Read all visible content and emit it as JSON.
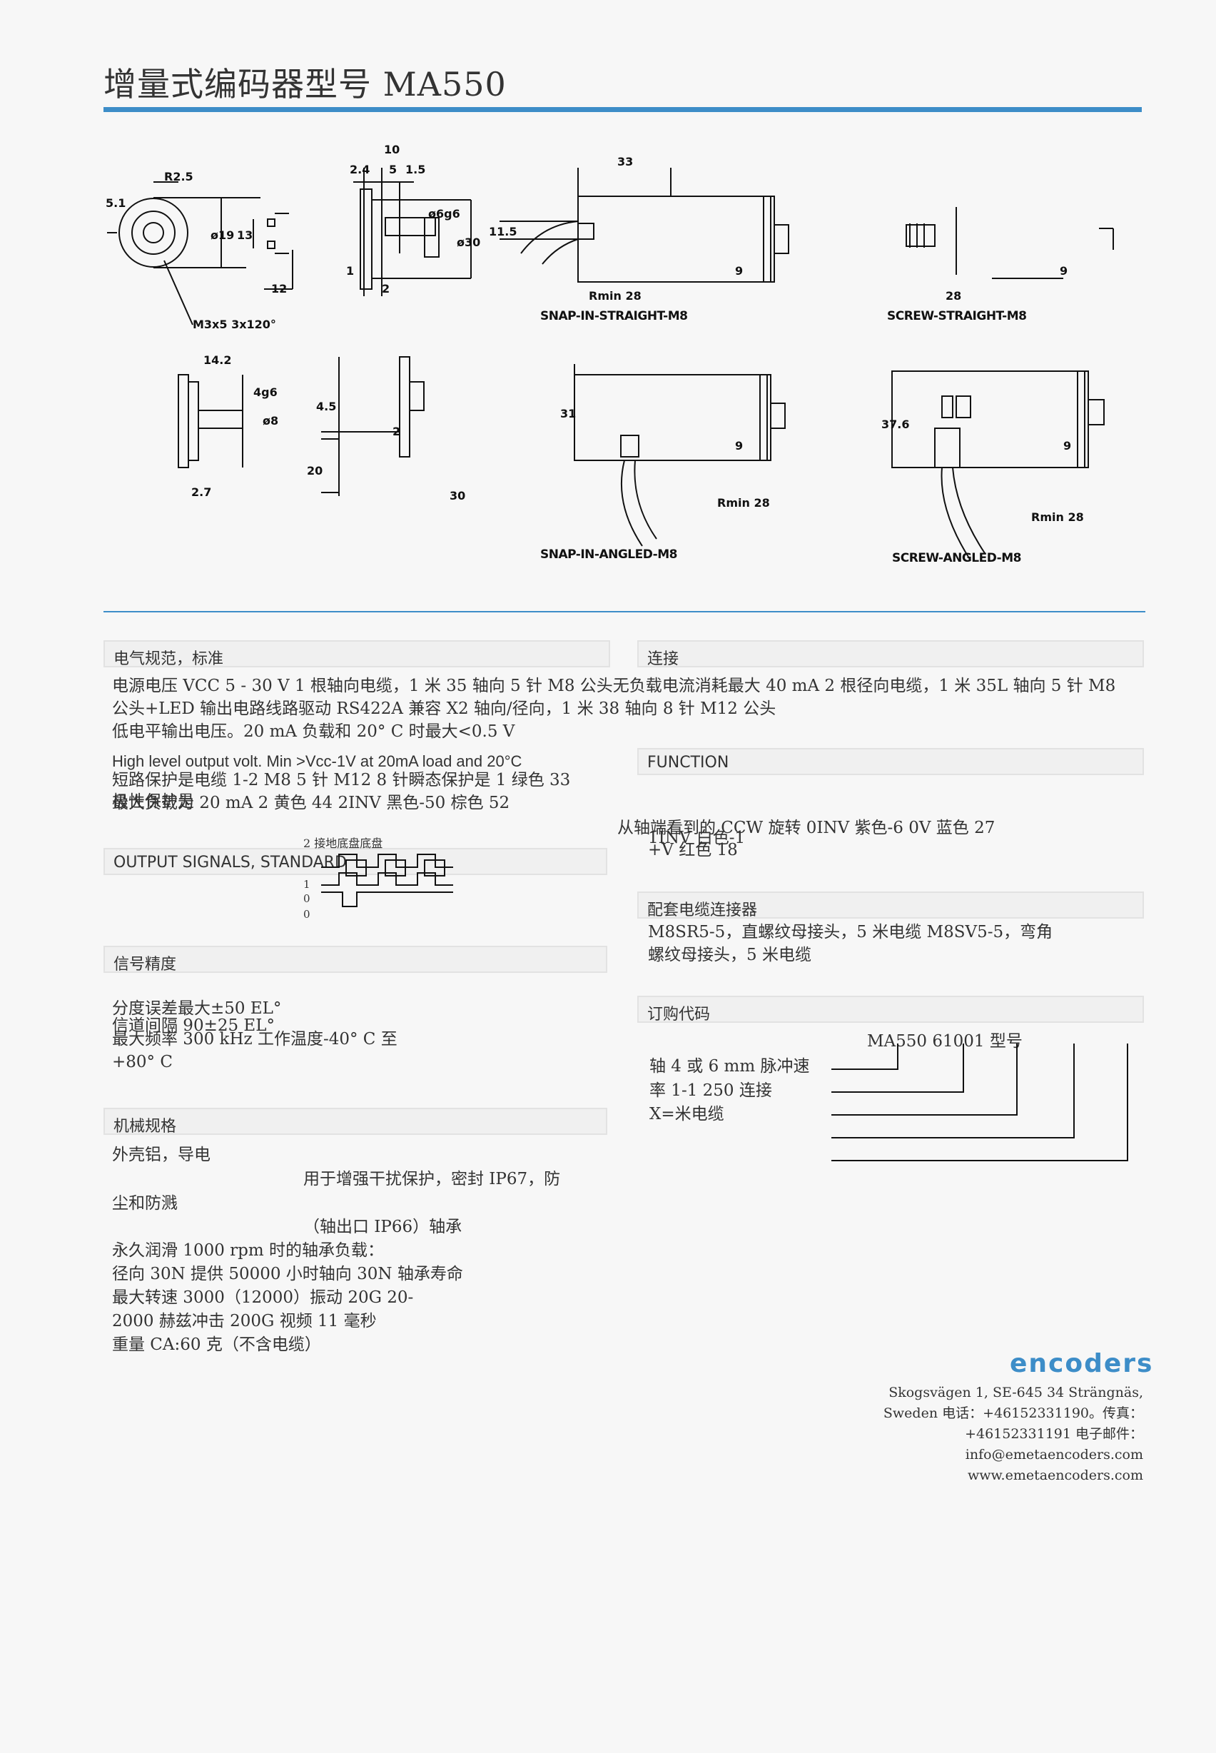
{
  "title": "增量式编码器型号 MA550",
  "drawing": {
    "dims": {
      "d51": "5.1",
      "r25": "R2.5",
      "d19": "ø19",
      "d13": "13",
      "d12": "12",
      "m3": "M3x5 3x120°",
      "d10": "10",
      "d24": "2.4",
      "d5": "5",
      "d15": "1.5",
      "d6": "ø6g6",
      "d30": "ø30",
      "d1": "1",
      "d2": "2",
      "d33": "33",
      "d115": "11.5",
      "d9": "9",
      "rmin": "Rmin 28",
      "d28": "28",
      "d142": "14.2",
      "d4g6": "4g6",
      "d8": "ø8",
      "d27": "2.7",
      "d45": "4.5",
      "d20": "20",
      "d30b": "30",
      "d31": "31",
      "d376": "37.6"
    },
    "captions": {
      "snap_straight": "SNAP-IN-STRAIGHT-M8",
      "screw_straight": "SCREW-STRAIGHT-M8",
      "snap_angled": "SNAP-IN-ANGLED-M8",
      "screw_angled": "SCREW-ANGLED-M8"
    }
  },
  "left": {
    "electrical": {
      "header": "电气规范，标准",
      "line1": "电源电压 VCC 5 - 30 V 1 根轴向电缆，1 米 35 轴向 5 针 M8 公头无负载电流消耗最大 40 mA 2 根径向电缆，1 米 35L 轴向 5 针 M8",
      "line2": "公头+LED 输出电路线路驱动 RS422A 兼容 X2 轴向/径向，1 米 38 轴向 8 针 M12 公头",
      "line3": "低电平输出电压。20 mA 负载和 20° C 时最大<0.5 V",
      "line4": "High level output volt.   Min >Vcc-1V at 20mA load and 20°C",
      "line5": "短路保护是电缆 1-2 M8 5 针 M12 8 针瞬态保护是 1 绿色 33",
      "line6a": "最大负载为 20 mA 2 黄色 44 2INV 黑色-50 棕色 52",
      "line6b": "极性保护是"
    },
    "output": {
      "header": "OUTPUT SIGNALS, STANDARD",
      "wave_label": "2 接地底盘底盘",
      "t1": "1",
      "t0": "0",
      "t0b": "0"
    },
    "accuracy": {
      "header": "信号精度",
      "line1": "分度误差最大±50 EL°",
      "line1b": "信道间隔 90±25 EL°",
      "line2": "最大频率 300 kHz 工作温度-40° C 至",
      "line3": "+80° C"
    },
    "mechanical": {
      "header": "机械规格",
      "l1": "外壳铝，导电",
      "l2": "用于增强干扰保护，密封 IP67，防",
      "l3": "尘和防溅",
      "l4": "（轴出口 IP66）轴承",
      "l5": "永久润滑 1000 rpm 时的轴承负载：",
      "l6": "径向 30N 提供 50000 小时轴向 30N 轴承寿命",
      "l7": "最大转速 3000（12000）振动 20G 20-",
      "l8": "2000 赫兹冲击 200G 视频 11 毫秒",
      "l9": "重量 CA:60 克（不含电缆）"
    }
  },
  "right": {
    "connection": {
      "header": "连接"
    },
    "function": {
      "header": "FUNCTION",
      "line1": "从轴端看到的 CCW 旋转 0INV 紫色-6 0V 蓝色 27",
      "line2": "1INV 白色-1",
      "line3": "+V 红色 18"
    },
    "cable": {
      "header": "配套电缆连接器",
      "line1": "M8SR5-5，直螺纹母接头，5 米电缆 M8SV5-5，弯角",
      "line2": "螺纹母接头，5 米电缆"
    },
    "order": {
      "header": "订购代码",
      "code": "MA550 61001 型号",
      "l1": "轴 4 或 6 mm 脉冲速",
      "l2": "率 1-1 250 连接",
      "l3": "X=米电缆"
    }
  },
  "footer": {
    "logo": "encoders",
    "a1": "Skogsvägen 1, SE-645 34 Strängnäs,",
    "a2": "Sweden 电话：+46152331190。传真：",
    "a3": "+46152331191 电子邮件：",
    "a4": "info@emetaencoders.com",
    "a5": "www.emetaencoders.com"
  }
}
